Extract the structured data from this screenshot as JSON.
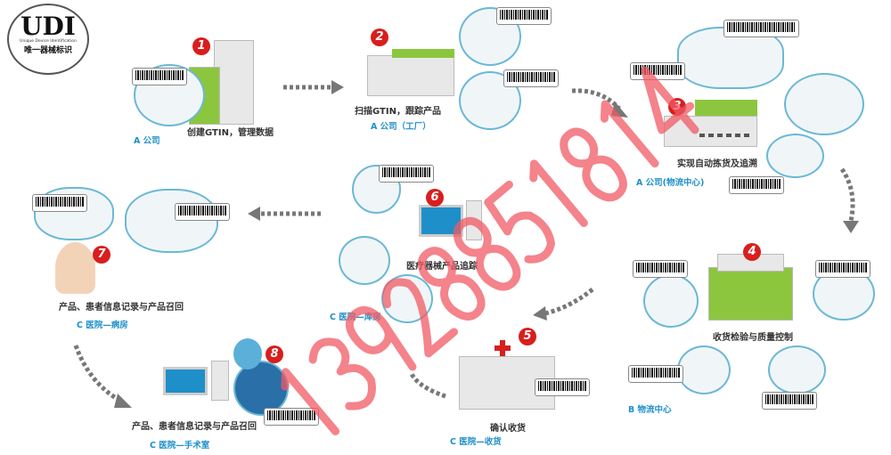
{
  "logo": {
    "title": "UDI",
    "subtitle": "Unique Device Identification",
    "cn": "唯一器械标识"
  },
  "steps": [
    {
      "num": "1",
      "desc": "创建GTIN，管理数据",
      "place": "A 公司"
    },
    {
      "num": "2",
      "desc": "扫描GTIN，跟踪产品",
      "place": "A 公司（工厂）"
    },
    {
      "num": "3",
      "desc": "实现自动拣货及追溯",
      "place": "A 公司(物流中心)"
    },
    {
      "num": "4",
      "desc": "收货检验与质量控制",
      "place": "B 物流中心"
    },
    {
      "num": "5",
      "desc": "确认收货",
      "place": "C 医院—收货"
    },
    {
      "num": "6",
      "desc": "医疗器械产品追踪",
      "place": "C 医院—库房"
    },
    {
      "num": "7",
      "desc": "产品、患者信息记录与产品召回",
      "place": "C 医院—病房"
    },
    {
      "num": "8",
      "desc": "产品、患者信息记录与产品召回",
      "place": "C 医院—手术室"
    }
  ],
  "watermark": "13928851814",
  "colors": {
    "accent": "#1e8fc9",
    "badge": "#d81e1e",
    "green": "#8cc63f",
    "watermark": "#f05a64"
  }
}
